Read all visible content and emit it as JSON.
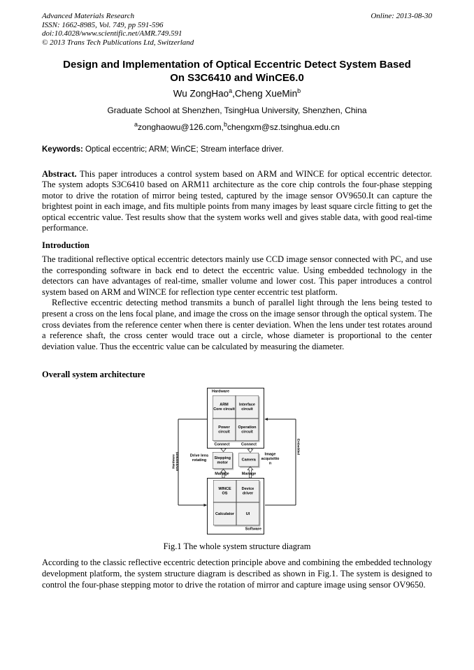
{
  "header": {
    "journal": "Advanced Materials Research",
    "issn_line": "ISSN: 1662-8985, Vol. 749, pp 591-596",
    "doi_line": "doi:10.4028/www.scientific.net/AMR.749.591",
    "copyright_line": "© 2013 Trans Tech Publications Ltd, Switzerland",
    "online_date": "Online: 2013-08-30"
  },
  "title": {
    "line1": "Design and Implementation of Optical Eccentric Detect System Based",
    "line2": "On S3C6410 and WinCE6.0"
  },
  "authors": {
    "name1": "Wu ZongHao",
    "sup1": "a",
    "name2": ",Cheng XueMin",
    "sup2": "b"
  },
  "affiliation": "Graduate School at Shenzhen, TsingHua University, Shenzhen, China",
  "emails": {
    "sup1": "a",
    "email1": "zonghaowu@126.com,",
    "sup2": "b",
    "email2": "chengxm@sz.tsinghua.edu.cn"
  },
  "keywords": {
    "label": "Keywords:",
    "text": " Optical eccentric; ARM; WinCE; Stream interface driver."
  },
  "abstract": {
    "label": "Abstract.",
    "text": " This paper introduces a control system based on ARM and WINCE for optical eccentric detector. The system adopts S3C6410 based on ARM11 architecture as the core chip controls the four-phase stepping motor to drive the rotation of mirror being tested, captured by the image sensor OV9650.It can capture the brightest point in each image, and fits multiple points from many images by least square circle fitting to get the optical eccentric value. Test results show that the system works well and gives stable data, with good real-time performance."
  },
  "sections": {
    "introduction_heading": "Introduction",
    "intro_para1": "The traditional reflective optical eccentric detectors mainly use CCD image sensor connected with PC, and use the corresponding software in back end to detect the eccentric value. Using embedded technology in the detectors can have advantages of real-time, smaller volume and lower cost. This paper introduces a control system based on ARM and WINCE for reflection type center eccentric test platform.",
    "intro_para2": "Reflective eccentric detecting method transmits a bunch of parallel light through the lens being tested to present a cross on the lens focal plane, and image the cross on the image sensor through the optical system. The cross deviates from the reference center when there is center deviation. When the lens under test rotates around a reference shaft, the cross center would trace out a circle, whose diameter is proportional to the center deviation value. Thus the eccentric value can be calculated by measuring the diameter.",
    "architecture_heading": "Overall system architecture",
    "after_figure_para": "According to the classic reflective eccentric detection principle above and combining the embedded technology development platform, the system structure diagram is described as shown in Fig.1. The system is designed to control the four-phase stepping motor to drive the rotation of mirror and capture image using sensor OV9650."
  },
  "figure": {
    "caption": "Fig.1 The whole system structure diagram",
    "hardware_group_label": "Hardware",
    "software_group_label": "Software",
    "cells": {
      "arm": "ARM\nCore circuit",
      "interface": "Interface\ncircuit",
      "power": "Power\ncircuit",
      "operation": "Operation\ncircuit",
      "motor": "Stepping\nmotor",
      "camera": "Camera",
      "wince": "WINCE\nOS",
      "driver": "Device\ndriver",
      "calculator": "Calculator",
      "ui": "UI"
    },
    "connect_left": "Connect",
    "connect_right": "Connect",
    "manage_left": "Manage",
    "manage_right": "Manage",
    "drive_lens": "Drive lens\nrotating",
    "image_acquisition": "Image\nacquisitio\nn",
    "env_left": "Hardware\nenvironment",
    "env_right": "Embedded"
  }
}
